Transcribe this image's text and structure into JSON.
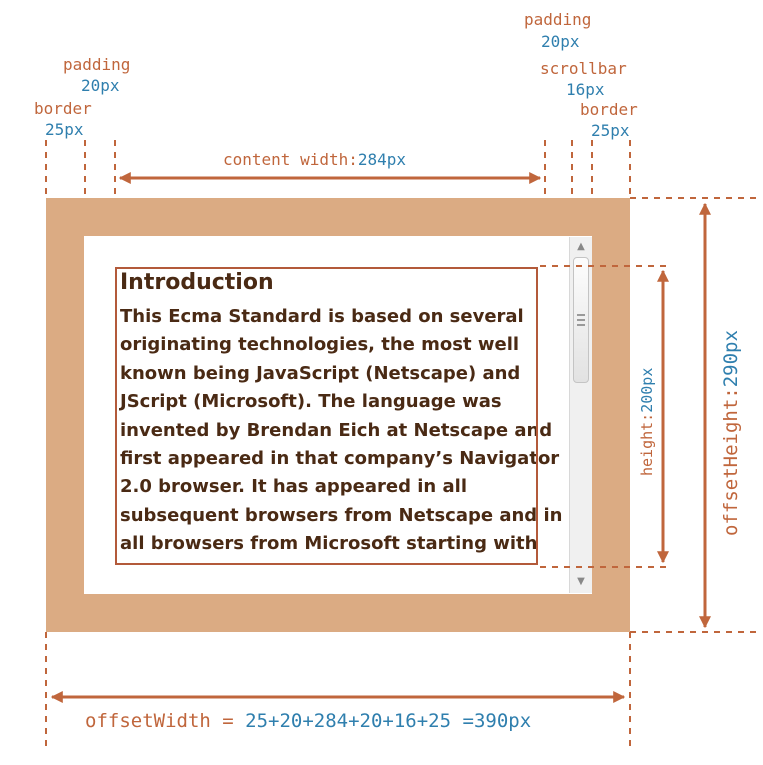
{
  "labels": {
    "border_left": {
      "name": "border",
      "value": "25px"
    },
    "padding_left": {
      "name": "padding",
      "value": "20px"
    },
    "padding_right": {
      "name": "padding",
      "value": "20px"
    },
    "scrollbar": {
      "name": "scrollbar",
      "value": "16px"
    },
    "border_right": {
      "name": "border",
      "value": "25px"
    },
    "content_width": {
      "name": "content width:",
      "value": "284px"
    },
    "height": {
      "name": "height:",
      "value": "200px"
    },
    "offset_height": {
      "name": "offsetHeight:",
      "value": "290px"
    },
    "offset_width": {
      "name": "offsetWidth = ",
      "value": "25+20+284+20+16+25 =",
      "result": "390px"
    }
  },
  "text_block": {
    "title": "Introduction",
    "body": "This Ecma Standard is based on several originating technologies, the most well known being JavaScript (Netscape) and JScript (Microsoft). The language was invented by Brendan Eich at Netscape and first appeared in that company’s Navigator 2.0 browser. It has appeared in all subsequent browsers from Netscape and in all browsers from Microsoft starting with"
  },
  "icons": {
    "scroll_up": "▲",
    "scroll_down": "▼"
  },
  "colors": {
    "border": "#dbab83",
    "annotation": "#c0663c",
    "value": "#2f7fae",
    "content_outline": "#b35a3a",
    "text": "#4a2a14"
  }
}
